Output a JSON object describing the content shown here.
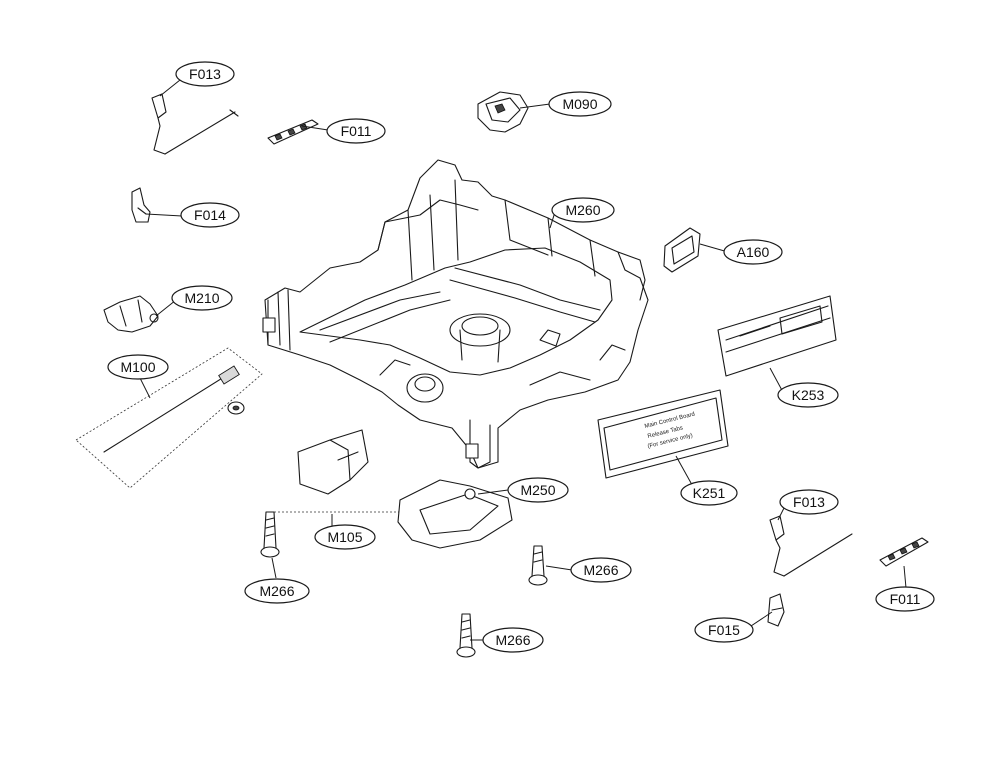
{
  "callouts": {
    "f013_top": "F013",
    "f011_top": "F011",
    "m090": "M090",
    "f014": "F014",
    "m260": "M260",
    "a160": "A160",
    "m210": "M210",
    "m100": "M100",
    "k253": "K253",
    "m250": "M250",
    "k251": "K251",
    "m105": "M105",
    "f013_right": "F013",
    "m266_left": "M266",
    "m266_mid": "M266",
    "m266_bottom": "M266",
    "f011_right": "F011",
    "f015": "F015"
  },
  "board_label": {
    "line1": "Main Control Board",
    "line2": "Release Tabs",
    "line3": "(For service only)"
  }
}
